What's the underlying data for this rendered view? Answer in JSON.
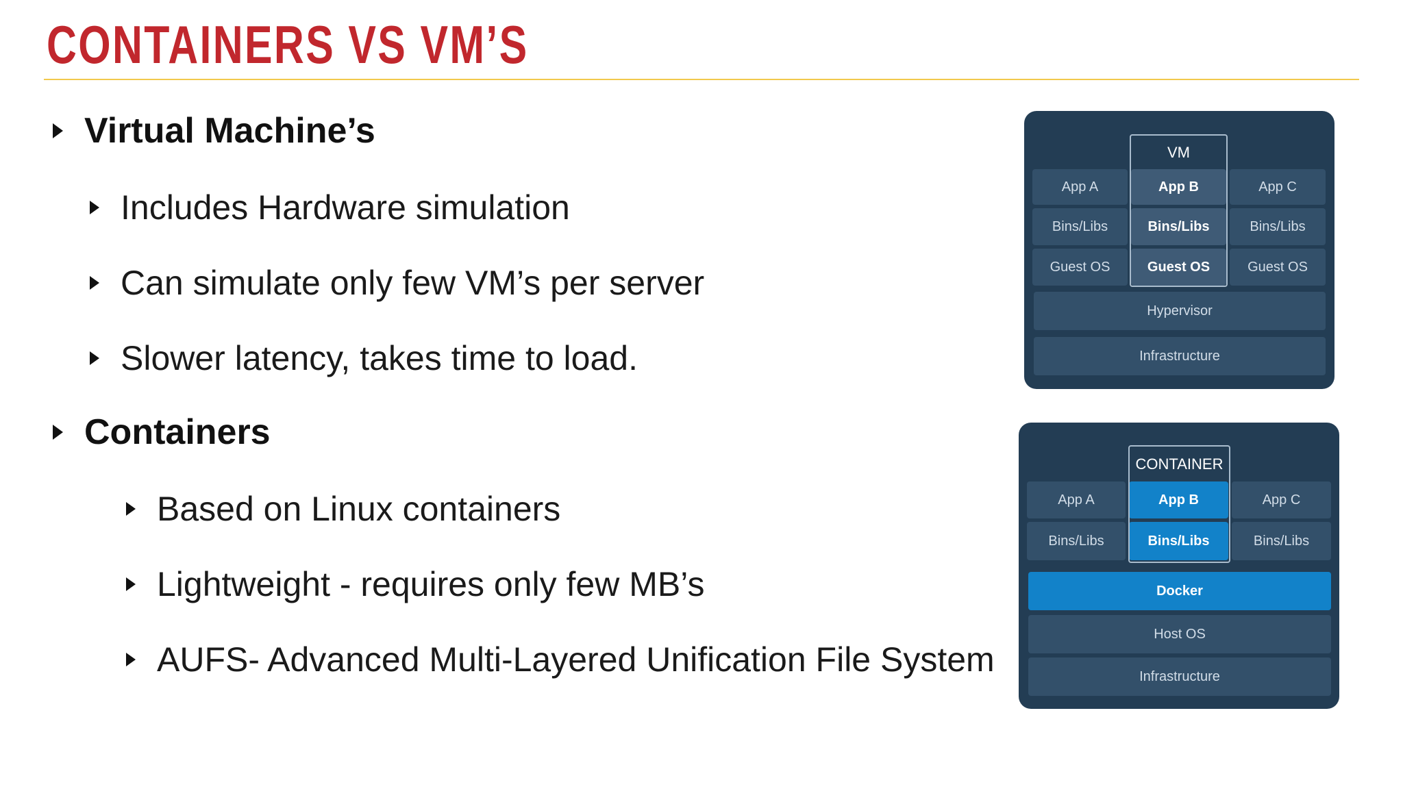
{
  "slide": {
    "title": "CONTAINERS VS VM’S",
    "colors": {
      "title": "#c1272d",
      "rule": "#f2c94c",
      "panel": "#233d54",
      "cell": "#33506a",
      "accent": "#1282c9"
    }
  },
  "bullets": {
    "vm_heading": "Virtual Machine’s",
    "vm_items": [
      "Includes Hardware simulation",
      "Can simulate only few VM’s per server",
      "Slower latency, takes time to load."
    ],
    "containers_heading": "Containers",
    "container_items": [
      "Based on Linux containers",
      "Lightweight - requires only few MB’s",
      "AUFS- Advanced Multi-Layered Unification File System"
    ]
  },
  "vm_diagram": {
    "frame_label": "VM",
    "app_row": [
      "App A",
      "App B",
      "App C"
    ],
    "bins_row": [
      "Bins/Libs",
      "Bins/Libs",
      "Bins/Libs"
    ],
    "guest_row": [
      "Guest OS",
      "Guest OS",
      "Guest OS"
    ],
    "hypervisor": "Hypervisor",
    "infrastructure": "Infrastructure"
  },
  "container_diagram": {
    "frame_label": "CONTAINER",
    "app_row": [
      "App A",
      "App B",
      "App C"
    ],
    "bins_row": [
      "Bins/Libs",
      "Bins/Libs",
      "Bins/Libs"
    ],
    "docker": "Docker",
    "host_os": "Host OS",
    "infrastructure": "Infrastructure"
  }
}
